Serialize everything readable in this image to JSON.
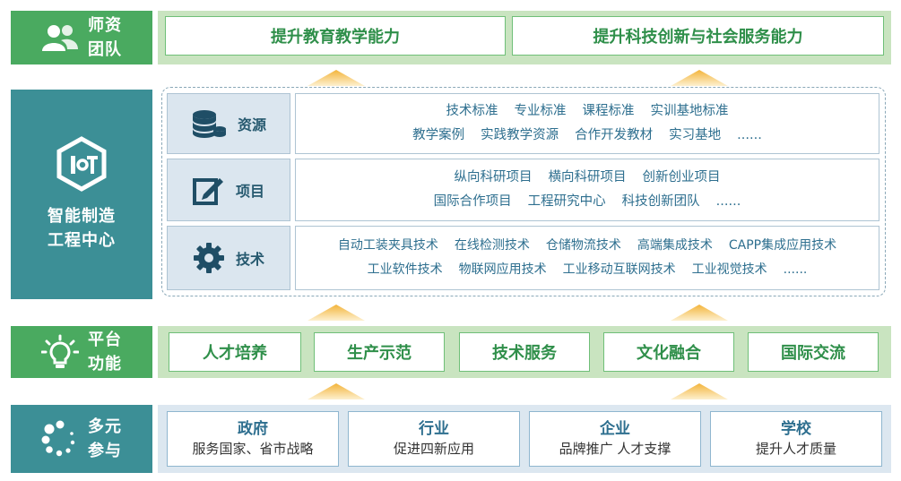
{
  "teachers": {
    "label": [
      "师资",
      "团队"
    ],
    "goals": [
      "提升教育教学能力",
      "提升科技创新与社会服务能力"
    ]
  },
  "center": {
    "label": [
      "智能制造",
      "工程中心"
    ],
    "rows": [
      {
        "name": "资源",
        "icon": "database-icon",
        "lines": [
          [
            "技术标准",
            "专业标准",
            "课程标准",
            "实训基地标准"
          ],
          [
            "教学案例",
            "实践教学资源",
            "合作开发教材",
            "实习基地",
            "......"
          ]
        ]
      },
      {
        "name": "项目",
        "icon": "edit-icon",
        "lines": [
          [
            "纵向科研项目",
            "横向科研项目",
            "创新创业项目"
          ],
          [
            "国际合作项目",
            "工程研究中心",
            "科技创新团队",
            "......"
          ]
        ]
      },
      {
        "name": "技术",
        "icon": "gear-icon",
        "lines": [
          [
            "自动工装夹具技术",
            "在线检测技术",
            "仓储物流技术",
            "高端集成技术",
            "CAPP集成应用技术"
          ],
          [
            "工业软件技术",
            "物联网应用技术",
            "工业移动互联网技术",
            "工业视觉技术",
            "......"
          ]
        ]
      }
    ]
  },
  "platform": {
    "label": [
      "平台",
      "功能"
    ],
    "items": [
      "人才培养",
      "生产示范",
      "技术服务",
      "文化融合",
      "国际交流"
    ]
  },
  "participants": {
    "label": [
      "多元",
      "参与"
    ],
    "items": [
      {
        "title": "政府",
        "sub": "服务国家、省市战略"
      },
      {
        "title": "行业",
        "sub": "促进四新应用"
      },
      {
        "title": "企业",
        "sub": "品牌推广 人才支撑"
      },
      {
        "title": "学校",
        "sub": "提升人才质量"
      }
    ]
  },
  "colors": {
    "green": "#4aaa60",
    "teal": "#3c8f96",
    "arrow": "#f5c04a"
  }
}
